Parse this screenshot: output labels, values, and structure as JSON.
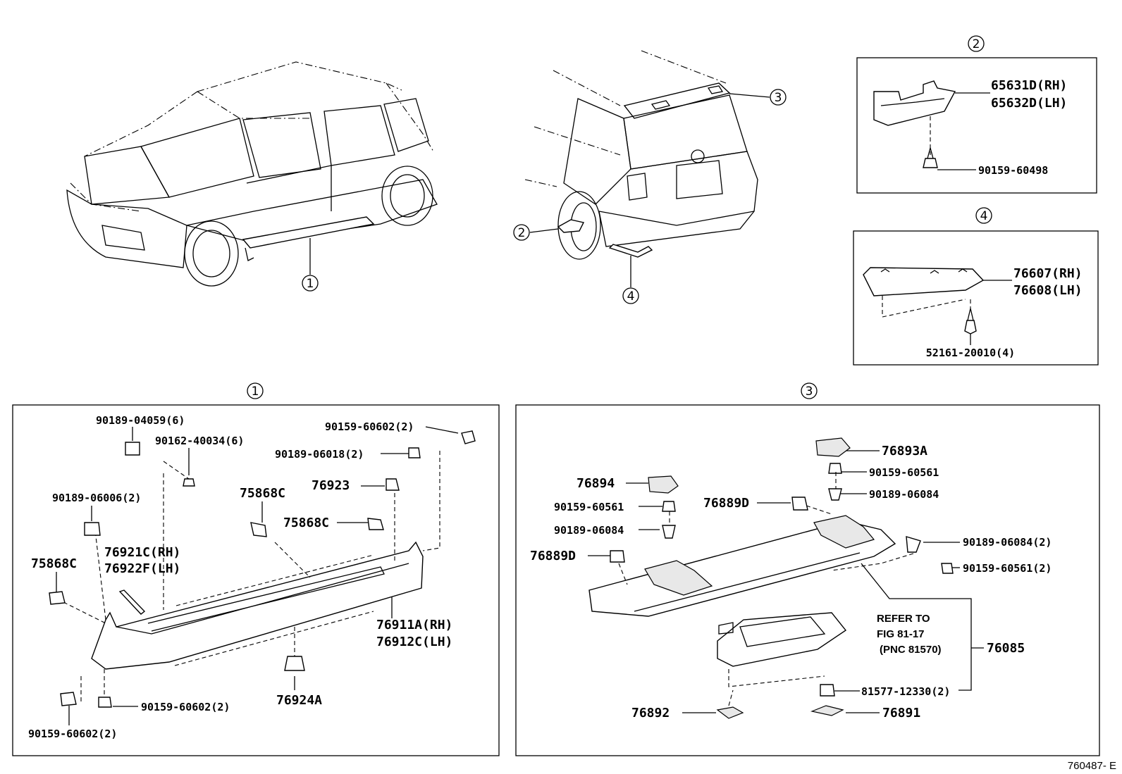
{
  "callouts": {
    "c1": "1",
    "c2": "2",
    "c3": "3",
    "c4": "4"
  },
  "box2": {
    "p1": "65631D(RH)",
    "p2": "65632D(LH)",
    "p3": "90159-60498"
  },
  "box4": {
    "p1": "76607(RH)",
    "p2": "76608(LH)",
    "p3": "52161-20010(4)"
  },
  "box1": {
    "p1": "90189-04059(6)",
    "p2": "90162-40034(6)",
    "p3": "90159-60602(2)",
    "p4": "90189-06018(2)",
    "p5": "76923",
    "p6": "75868C",
    "p7": "75868C",
    "p8": "90189-06006(2)",
    "p9": "76921C(RH)",
    "p10": "76922F(LH)",
    "p11": "75868C",
    "p12": "76911A(RH)",
    "p13": "76912C(LH)",
    "p14": "76924A",
    "p15": "90159-60602(2)",
    "p16": "90159-60602(2)"
  },
  "box3": {
    "p1": "76893A",
    "p2": "90159-60561",
    "p3": "90189-06084",
    "p4": "76894",
    "p5": "90159-60561",
    "p6": "90189-06084",
    "p7": "76889D",
    "p8": "76889D",
    "p9": "90189-06084(2)",
    "p10": "90159-60561(2)",
    "refer1": "REFER TO",
    "refer2": "FIG 81-17",
    "refer3": "(PNC 81570)",
    "p11": "76085",
    "p12": "81577-12330(2)",
    "p13": "76892",
    "p14": "76891"
  },
  "figure_id": "760487- E"
}
